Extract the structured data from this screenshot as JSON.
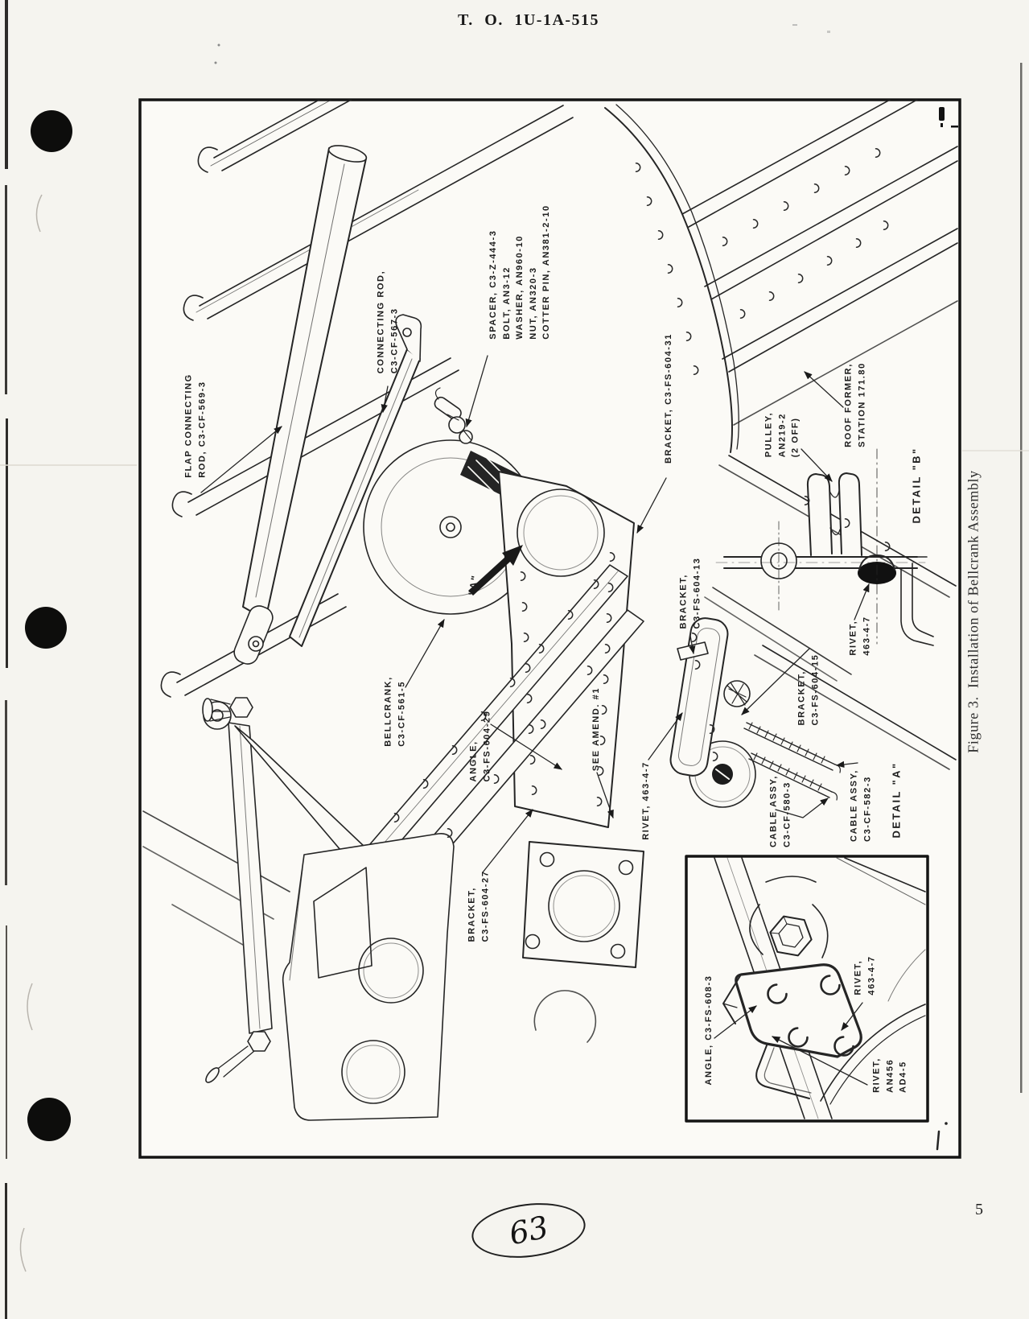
{
  "page": {
    "header": "T. O. 1U-1A-515",
    "page_number": "5",
    "handwritten_note": "63"
  },
  "figure": {
    "caption": "Figure 3.  Installation of Bellcrank Assembly",
    "labels": {
      "flap_connecting_rod": "FLAP CONNECTING\nROD, C3-CF-569-3",
      "connecting_rod": "CONNECTING ROD,\nC3-CF-567-3",
      "hardware_stack": "SPACER, C3-Z-444-3\nBOLT, AN3-12\nWASHER, AN960-10\nNUT, AN320-3\nCOTTER PIN, AN381-2-10",
      "bracket_604_31": "BRACKET, C3-FS-604-31",
      "pulley": "PULLEY,\nAN219-2\n(2 OFF)",
      "roof_former": "ROOF FORMER,\nSTATION 171.80",
      "detail_b": "DETAIL \"B\"",
      "rivet_463_detail_b": "RIVET,\n463-4-7",
      "view_a_marker": "\"A\"",
      "bellcrank": "BELLCRANK,\nC3-CF-561-5",
      "angle_604_29": "ANGLE,\nC3-FS-604-29",
      "see_amend": "SEE AMEND. #1",
      "rivet_463_center": "RIVET, 463-4-7",
      "bracket_604_13": "BRACKET,\nC3-FS-604-13",
      "bracket_604_15": "BRACKET,\nC3-FS-604-15",
      "cable_assy_580": "CABLE ASSY,\nC3-CF-580-3",
      "cable_assy_582": "CABLE ASSY,\nC3-CF-582-3",
      "detail_a": "DETAIL \"A\"",
      "bracket_604_27": "BRACKET,\nC3-FS-604-27",
      "angle_608": "ANGLE, C3-FS-608-3",
      "rivet_463_inset": "RIVET,\n463-4-7",
      "rivet_an456": "RIVET,\nAN456\nAD4-5"
    }
  }
}
